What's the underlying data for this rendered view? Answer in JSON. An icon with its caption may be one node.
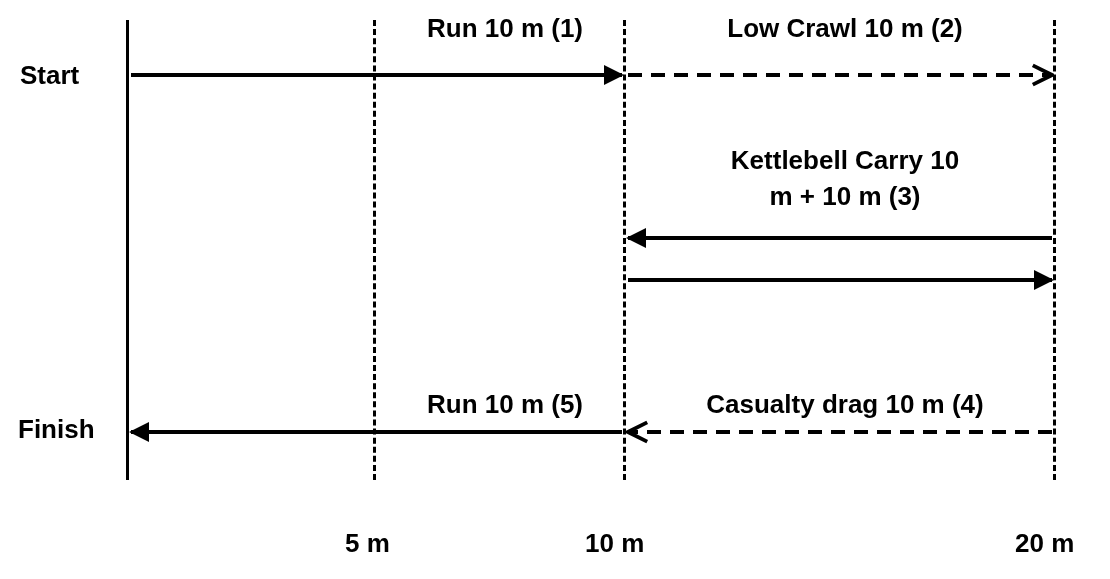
{
  "diagram": {
    "nodes": [
      {
        "text": [],
        "shape": "bar",
        "beside": [
          "Start",
          "Finish"
        ]
      },
      {
        "text": [],
        "shape": "bar",
        "beside": [
          "5 m"
        ]
      },
      {
        "text": [],
        "shape": "bar",
        "beside": [
          "10 m"
        ]
      },
      {
        "text": [],
        "shape": "bar",
        "beside": [
          "20 m"
        ]
      }
    ],
    "edges": [
      {
        "from": 0,
        "to": 2,
        "arrow": "to",
        "label": "Run 10 m (1)"
      },
      {
        "from": 2,
        "to": 3,
        "arrow": "to",
        "style": "dashed",
        "label": "Low Crawl 10 m (2)"
      },
      {
        "from": 3,
        "to": 2,
        "arrow": "to",
        "label": "Kettlebell Carry 10 m + 10 m (3)"
      },
      {
        "from": 2,
        "to": 3,
        "arrow": "to"
      },
      {
        "from": 3,
        "to": 2,
        "arrow": "to",
        "style": "dashed",
        "label": "Casualty drag 10 m (4)"
      },
      {
        "from": 2,
        "to": 0,
        "arrow": "to",
        "label": "Run 10 m (5)"
      }
    ]
  }
}
